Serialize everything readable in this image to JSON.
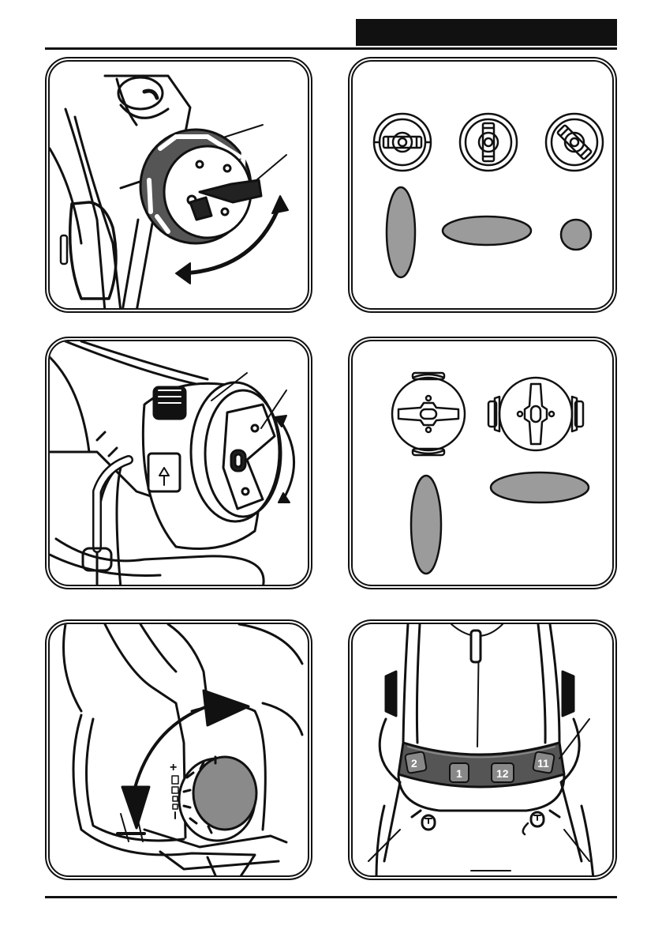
{
  "page": {
    "header": {
      "label": ""
    },
    "colors": {
      "ink": "#111111",
      "pattern_fill": "#9b9b9b",
      "knob_fill": "#8a8a8a",
      "paper": "#ffffff"
    }
  },
  "figures": [
    {
      "id": "fig-nozzle-cap-rotate",
      "icons": [
        "rotate-arrow-icon"
      ]
    },
    {
      "id": "fig-spray-patterns-round-cap",
      "patterns": [
        "vertical",
        "horizontal",
        "round"
      ]
    },
    {
      "id": "fig-nozzle-cap-alt-rotate",
      "icons": [
        "rotate-arrow-icon"
      ]
    },
    {
      "id": "fig-spray-patterns-flat-cap",
      "patterns": [
        "vertical",
        "horizontal"
      ]
    },
    {
      "id": "fig-flow-control-knob",
      "icons": [
        "rotate-arrow-icon",
        "down-arrow-icon"
      ]
    },
    {
      "id": "fig-dial-settings",
      "dial_numbers": [
        "2",
        "1",
        "12",
        "11"
      ]
    }
  ]
}
